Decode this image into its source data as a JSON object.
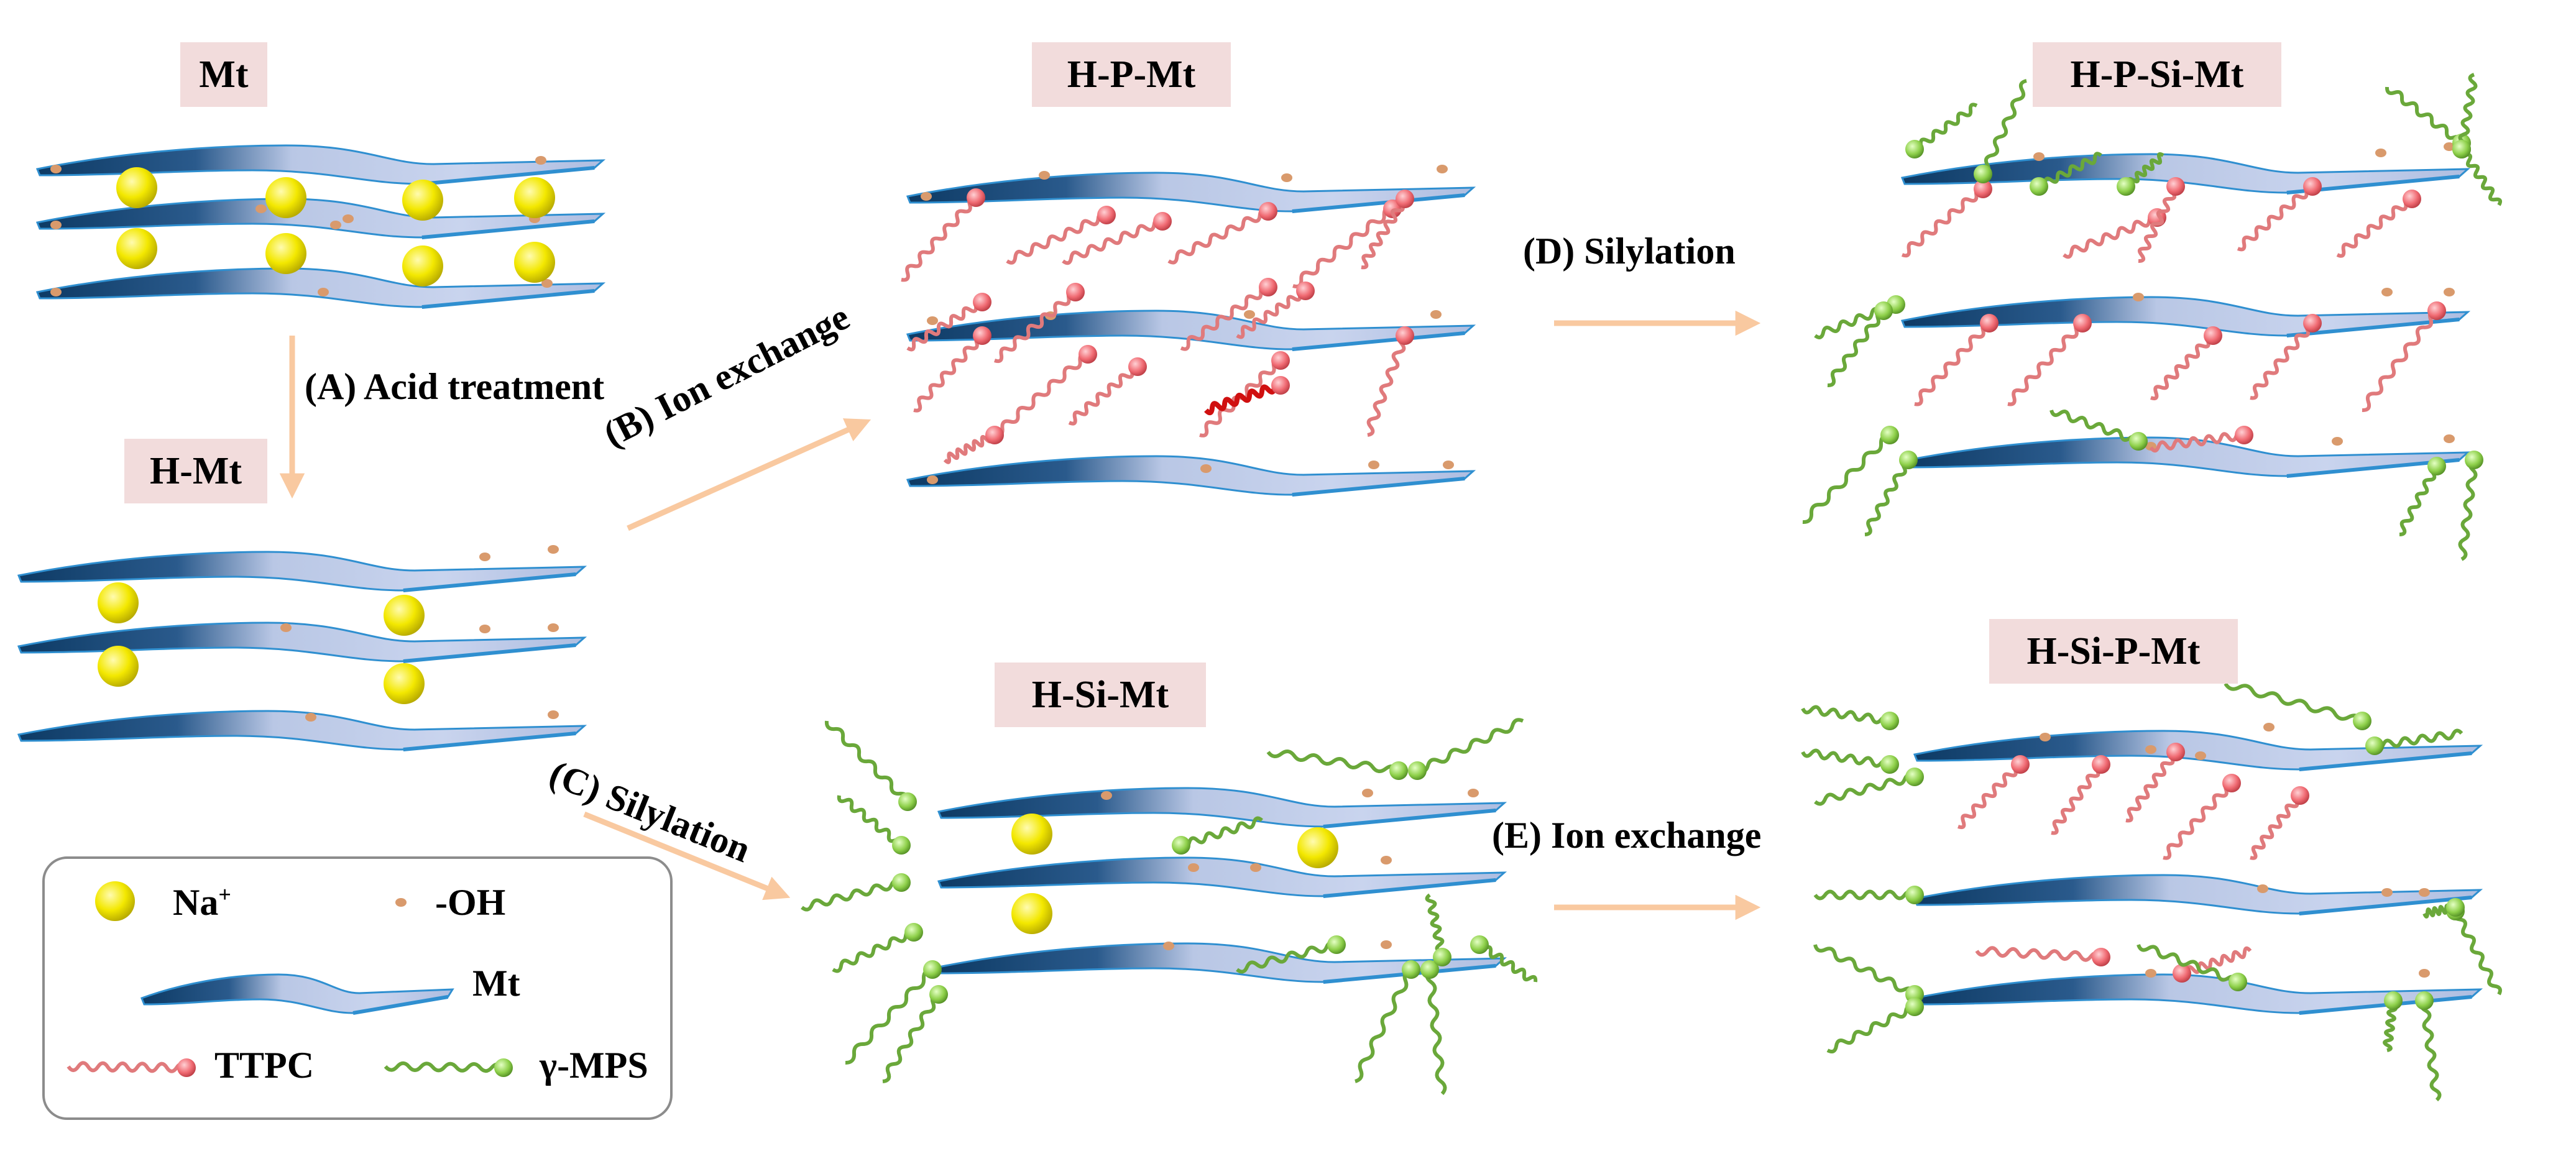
{
  "stages": {
    "mt": "Mt",
    "h_mt": "H-Mt",
    "h_p_mt": "H-P-Mt",
    "h_p_si_mt": "H-P-Si-Mt",
    "h_si_mt": "H-Si-Mt",
    "h_si_p_mt": "H-Si-P-Mt"
  },
  "steps": {
    "a": "(A) Acid treatment",
    "b": "(B) Ion exchange",
    "c": "(C) Silylation",
    "d": "(D) Silylation",
    "e": "(E) Ion exchange"
  },
  "legend": {
    "na_base": "Na",
    "na_sup": "+",
    "oh": "-OH",
    "mt": "Mt",
    "ttpc": "TTPC",
    "mps": "γ-MPS"
  },
  "colors": {
    "sheet_dark": "#0d3a64",
    "sheet_light": "#b8c6e4",
    "sheet_edge": "#2f8fd0",
    "sodium": "#f0e800",
    "hydroxyl": "#d99a6c",
    "ttpc_chain": "#e07a7c",
    "ttpc_head": "#f06a72",
    "ttpc_highlight": "#d01010",
    "mps_chain": "#6aa83a",
    "mps_head": "#8ed04a",
    "arrow": "#f9c9a0",
    "label_bg": "#f2dcdc"
  }
}
